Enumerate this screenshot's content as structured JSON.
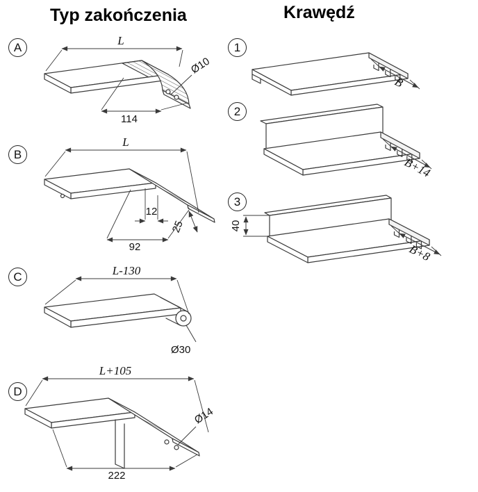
{
  "headings": {
    "end_type": "Typ zakończenia",
    "edge": "Krawędź"
  },
  "colors": {
    "line": "#3a3a3a",
    "background": "#ffffff"
  },
  "end_types": [
    {
      "label": "A",
      "dim_length": "L",
      "dim_hole": "Ø10",
      "dim_bottom": "114"
    },
    {
      "label": "B",
      "dim_length": "L",
      "dim_a": "12",
      "dim_b": "25",
      "dim_c": "92"
    },
    {
      "label": "C",
      "dim_length": "L-130",
      "dim_hole": "Ø30"
    },
    {
      "label": "D",
      "dim_length": "L+105",
      "dim_hole": "Ø14",
      "dim_bottom": "222"
    }
  ],
  "edges": [
    {
      "label": "1",
      "dim_width": "B"
    },
    {
      "label": "2",
      "dim_width": "B+14"
    },
    {
      "label": "3",
      "dim_width": "B+8",
      "dim_height": "40"
    }
  ]
}
